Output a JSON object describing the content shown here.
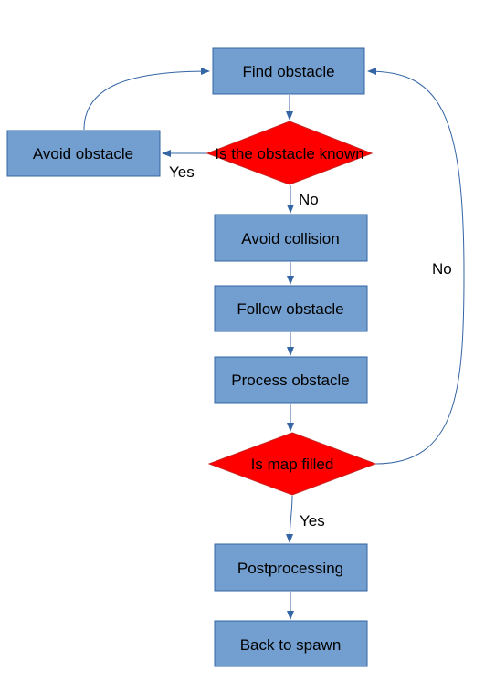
{
  "colors": {
    "process_fill": "#729fcf",
    "process_stroke": "#3465a4",
    "decision_fill": "#ff0000",
    "decision_stroke": "#c9211e",
    "connector": "#3465a4",
    "text": "#000000"
  },
  "nodes": {
    "find_obstacle": "Find obstacle",
    "avoid_obstacle": "Avoid obstacle",
    "is_obstacle_known": "Is the obstacle known",
    "avoid_collision": "Avoid collision",
    "follow_obstacle": "Follow obstacle",
    "process_obstacle": "Process obstacle",
    "is_map_filled": "Is map filled",
    "postprocessing": "Postprocessing",
    "back_to_spawn": "Back to spawn"
  },
  "edges": {
    "known_yes": "Yes",
    "known_no": "No",
    "map_filled_no": "No",
    "map_filled_yes": "Yes"
  }
}
